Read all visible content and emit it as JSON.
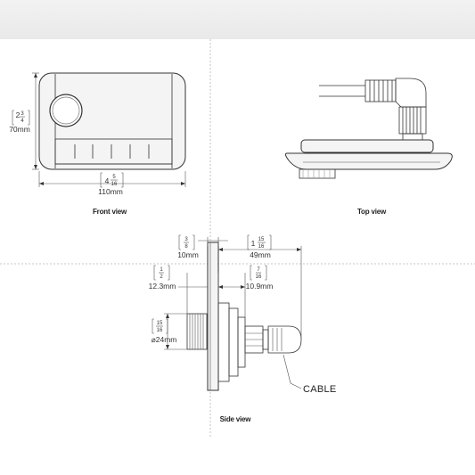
{
  "views": {
    "front": "Front view",
    "top": "Top view",
    "side": "Side view"
  },
  "front": {
    "height_in_whole": "2",
    "height_in_num": "3",
    "height_in_den": "4",
    "height_mm": "70mm",
    "width_in_whole": "4",
    "width_in_num": "5",
    "width_in_den": "16",
    "width_mm": "110mm"
  },
  "side": {
    "d1_in_num": "3",
    "d1_in_den": "8",
    "d1_mm": "10mm",
    "d2_in_whole": "1",
    "d2_in_num": "15",
    "d2_in_den": "16",
    "d2_mm": "49mm",
    "d3_in_num": "1",
    "d3_in_den": "2",
    "d3_mm": "12.3mm",
    "d4_in_num": "7",
    "d4_in_den": "16",
    "d4_mm": "10.9mm",
    "d5_in_num": "15",
    "d5_in_den": "16",
    "d5_mm": "⌀24mm",
    "cable_label": "CABLE"
  }
}
